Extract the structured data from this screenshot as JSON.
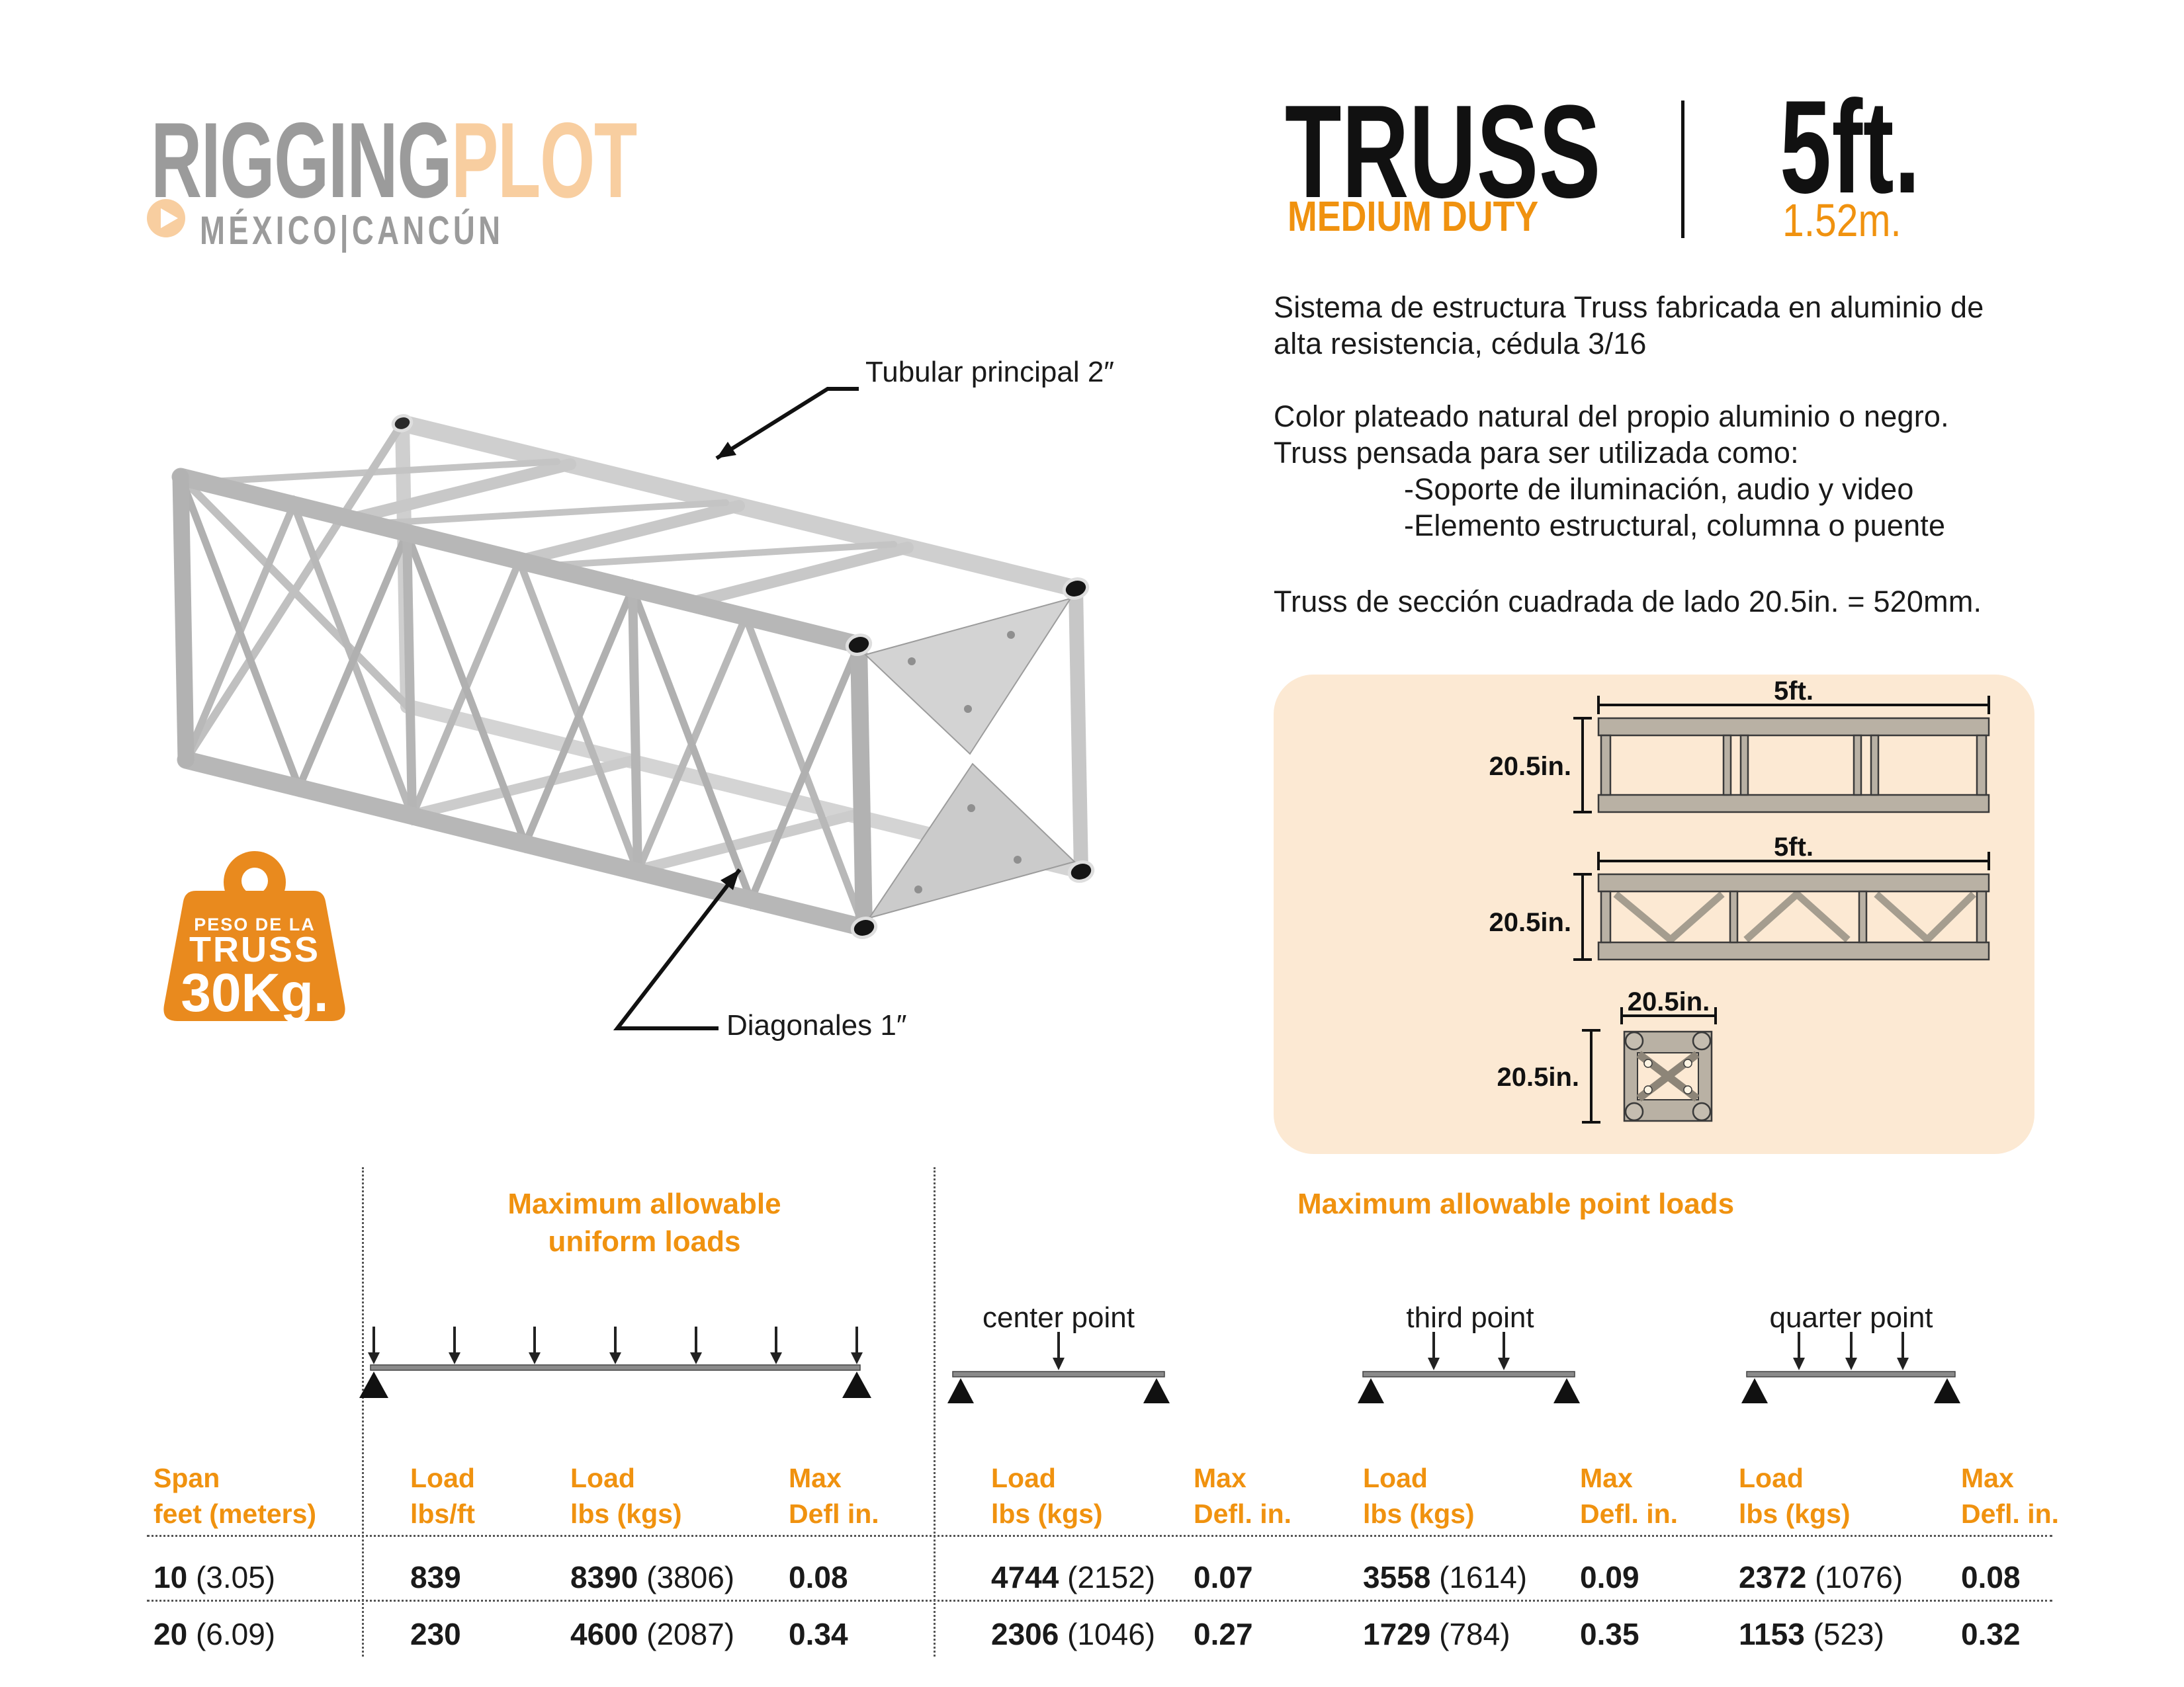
{
  "logo": {
    "brand_primary": "RIGGING",
    "brand_secondary": "PLOT",
    "location": "MÉXICO|CANCÚN"
  },
  "title": {
    "product": "TRUSS",
    "grade": "MEDIUM DUTY",
    "length_ft": "5ft.",
    "length_m": "1.52m."
  },
  "description": {
    "para1_line1": "Sistema de estructura Truss fabricada en aluminio de",
    "para1_line2": "alta resistencia, cédula 3/16",
    "para2_line1": "Color plateado natural del propio aluminio o negro.",
    "para2_line2": "Truss pensada para ser utilizada como:",
    "bullet1": "-Soporte de iluminación, audio y video",
    "bullet2": "-Elemento estructural, columna o puente",
    "para3": "Truss de sección cuadrada de lado 20.5in. = 520mm."
  },
  "truss_figure": {
    "label_top": "Tubular principal 2″",
    "label_bottom": "Diagonales 1″"
  },
  "weight_badge": {
    "line1": "PESO DE LA",
    "line2": "TRUSS",
    "value": "30Kg."
  },
  "diagrams": {
    "plan": {
      "width_label": "5ft.",
      "height_label": "20.5in."
    },
    "elevation": {
      "width_label": "5ft.",
      "height_label": "20.5in."
    },
    "section": {
      "width_label": "20.5in.",
      "height_label": "20.5in."
    }
  },
  "load_table": {
    "section_uniform_title_line1": "Maximum allowable",
    "section_uniform_title_line2": "uniform loads",
    "section_point_title": "Maximum allowable point loads",
    "beam_labels": {
      "center": "center point",
      "third": "third point",
      "quarter": "quarter point"
    },
    "columns": [
      {
        "l1": "Span",
        "l2": "feet (meters)"
      },
      {
        "l1": "Load",
        "l2": "lbs/ft"
      },
      {
        "l1": "Load",
        "l2": "lbs (kgs)"
      },
      {
        "l1": "Max",
        "l2": "Defl in."
      },
      {
        "l1": "Load",
        "l2": "lbs (kgs)"
      },
      {
        "l1": "Max",
        "l2": "Defl. in."
      },
      {
        "l1": "Load",
        "l2": "lbs (kgs)"
      },
      {
        "l1": "Max",
        "l2": "Defl. in."
      },
      {
        "l1": "Load",
        "l2": "lbs (kgs)"
      },
      {
        "l1": "Max",
        "l2": "Defl. in."
      }
    ],
    "rows": [
      {
        "cells": [
          {
            "m": "10",
            "p": " (3.05)"
          },
          {
            "m": "839",
            "p": ""
          },
          {
            "m": "8390",
            "p": " (3806)"
          },
          {
            "m": "0.08",
            "p": ""
          },
          {
            "m": "4744",
            "p": " (2152)"
          },
          {
            "m": "0.07",
            "p": ""
          },
          {
            "m": "3558",
            "p": " (1614)"
          },
          {
            "m": "0.09",
            "p": ""
          },
          {
            "m": "2372",
            "p": " (1076)"
          },
          {
            "m": "0.08",
            "p": ""
          }
        ]
      },
      {
        "cells": [
          {
            "m": "20",
            "p": " (6.09)"
          },
          {
            "m": "230",
            "p": ""
          },
          {
            "m": "4600",
            "p": " (2087)"
          },
          {
            "m": "0.34",
            "p": ""
          },
          {
            "m": "2306",
            "p": " (1046)"
          },
          {
            "m": "0.27",
            "p": ""
          },
          {
            "m": "1729",
            "p": " (784)"
          },
          {
            "m": "0.35",
            "p": ""
          },
          {
            "m": "1153",
            "p": " (523)"
          },
          {
            "m": "0.32",
            "p": ""
          }
        ]
      }
    ]
  },
  "colors": {
    "accent_orange": "#F0920F",
    "badge_orange": "#E98A1E",
    "logo_peach": "#F8CEA0",
    "logo_gray": "#9B9B9B",
    "panel_bg": "#FCE9D3",
    "text_black": "#1A1A1A"
  }
}
